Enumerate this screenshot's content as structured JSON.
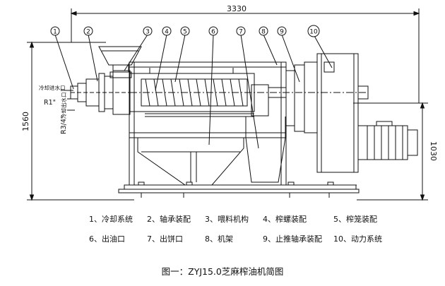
{
  "dimensions": {
    "overall_length": "3330",
    "overall_height": "1560",
    "base_height": "1030"
  },
  "callouts": [
    {
      "num": "1"
    },
    {
      "num": "2"
    },
    {
      "num": "3"
    },
    {
      "num": "4"
    },
    {
      "num": "5"
    },
    {
      "num": "6"
    },
    {
      "num": "7"
    },
    {
      "num": "8"
    },
    {
      "num": "9"
    },
    {
      "num": "10"
    }
  ],
  "annotations": {
    "cooling_inlet_label": "冷却进水口",
    "cooling_inlet_size": "R1\"",
    "cooling_outlet_label": "冷却出水口",
    "cooling_outlet_size": "R3/4\""
  },
  "legend": [
    {
      "num": "1",
      "text": "1、冷却系统"
    },
    {
      "num": "2",
      "text": "2、轴承装配"
    },
    {
      "num": "3",
      "text": "3、喂料机构"
    },
    {
      "num": "4",
      "text": "4、榨螺装配"
    },
    {
      "num": "5",
      "text": "5、榨笼装配"
    },
    {
      "num": "6",
      "text": "6、出油口"
    },
    {
      "num": "7",
      "text": "7、出饼口"
    },
    {
      "num": "8",
      "text": "8、机架"
    },
    {
      "num": "9",
      "text": "9、止推轴承装配"
    },
    {
      "num": "10",
      "text": "10、动力系统"
    }
  ],
  "caption": "图一：ZYJ15.0芝麻榨油机简图"
}
